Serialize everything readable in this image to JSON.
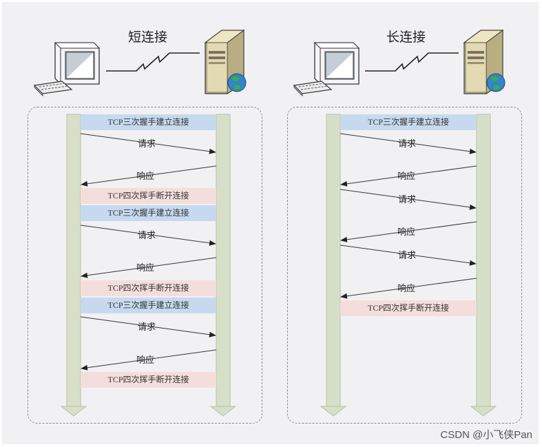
{
  "short": {
    "title": "短连接",
    "labels": {
      "b1": "TCP三次握手建立连接",
      "req1": "请求",
      "resp1": "响应",
      "b2": "TCP四次挥手断开连接",
      "b3": "TCP三次握手建立连接",
      "req2": "请求",
      "resp2": "响应",
      "b4": "TCP四次挥手断开连接",
      "b5": "TCP三次握手建立连接",
      "req3": "请求",
      "resp3": "响应",
      "b6": "TCP四次挥手断开连接"
    }
  },
  "long": {
    "title": "长连接",
    "labels": {
      "b1": "TCP三次握手建立连接",
      "req1": "请求",
      "resp1": "响应",
      "req2": "请求",
      "resp2": "响应",
      "req3": "请求",
      "resp3": "响应",
      "b2": "TCP四次挥手断开连接"
    }
  },
  "icons": {
    "computer": "desktop-computer-icon",
    "server": "server-globe-icon",
    "link": "lightning-link-icon"
  },
  "colors": {
    "lifeline": "#d8dfc8",
    "handshake_band": "#c6d9ee",
    "wave_band": "#f4dedc",
    "background": "#f1f1f3"
  },
  "watermark": "CSDN @小飞侠Pan"
}
